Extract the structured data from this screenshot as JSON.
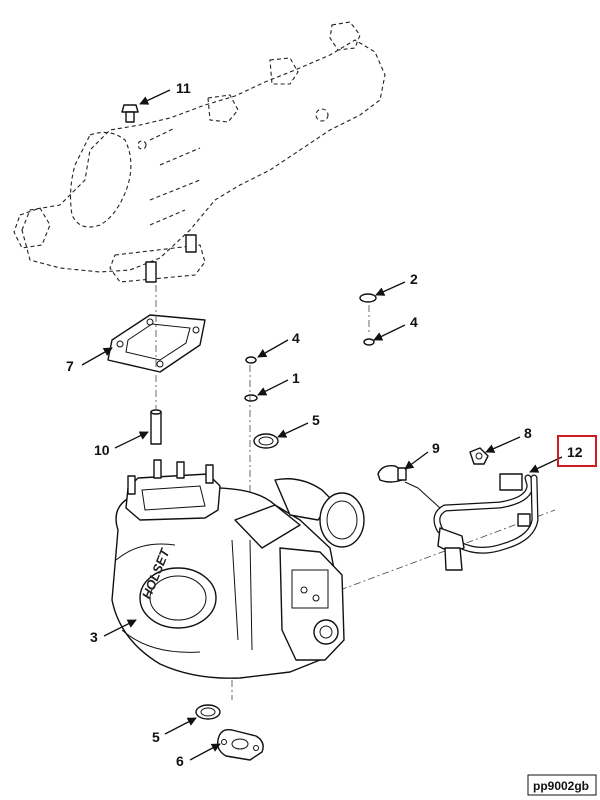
{
  "diagram": {
    "callouts": [
      {
        "id": "c11",
        "label": "11"
      },
      {
        "id": "c2",
        "label": "2"
      },
      {
        "id": "c4a",
        "label": "4"
      },
      {
        "id": "c4b",
        "label": "4"
      },
      {
        "id": "c7",
        "label": "7"
      },
      {
        "id": "c1",
        "label": "1"
      },
      {
        "id": "c5a",
        "label": "5"
      },
      {
        "id": "c10",
        "label": "10"
      },
      {
        "id": "c9",
        "label": "9"
      },
      {
        "id": "c8",
        "label": "8"
      },
      {
        "id": "c12",
        "label": "12"
      },
      {
        "id": "c3",
        "label": "3"
      },
      {
        "id": "c5b",
        "label": "5"
      },
      {
        "id": "c6",
        "label": "6"
      }
    ],
    "turbo_text": "HOLSET",
    "highlight_label": "12",
    "highlight_color": "#d01c1f",
    "reference_code": "pp9002gb"
  }
}
